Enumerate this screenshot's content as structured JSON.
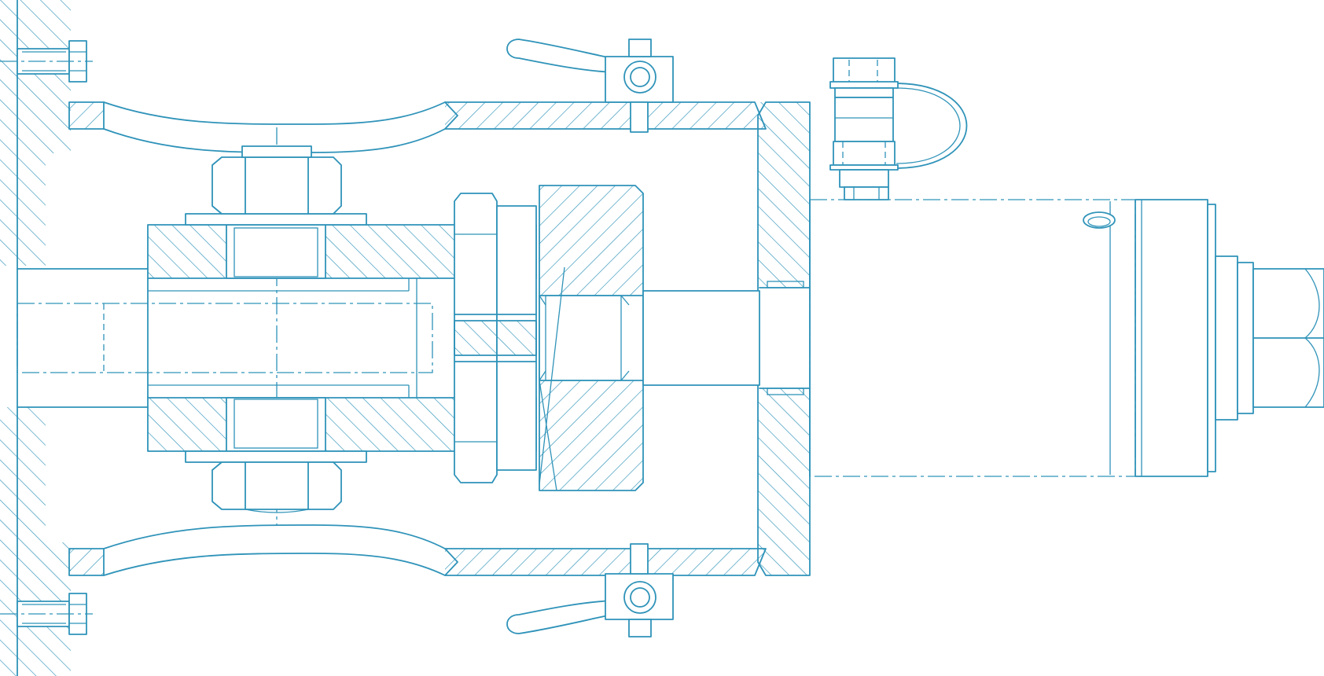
{
  "drawing": {
    "style": "technical-line-drawing",
    "colors": {
      "line": "#2f93b9",
      "background": "#ffffff"
    }
  },
  "components": [
    "wall-flange-with-hex-bolts",
    "clevis-fork-with-pin-and-nuts",
    "cylinder-rod-and-nut",
    "end-plate",
    "housing-with-wing-screws",
    "hydraulic-cylinder-body",
    "quick-coupler-with-dust-cap",
    "hex-end-fitting"
  ]
}
